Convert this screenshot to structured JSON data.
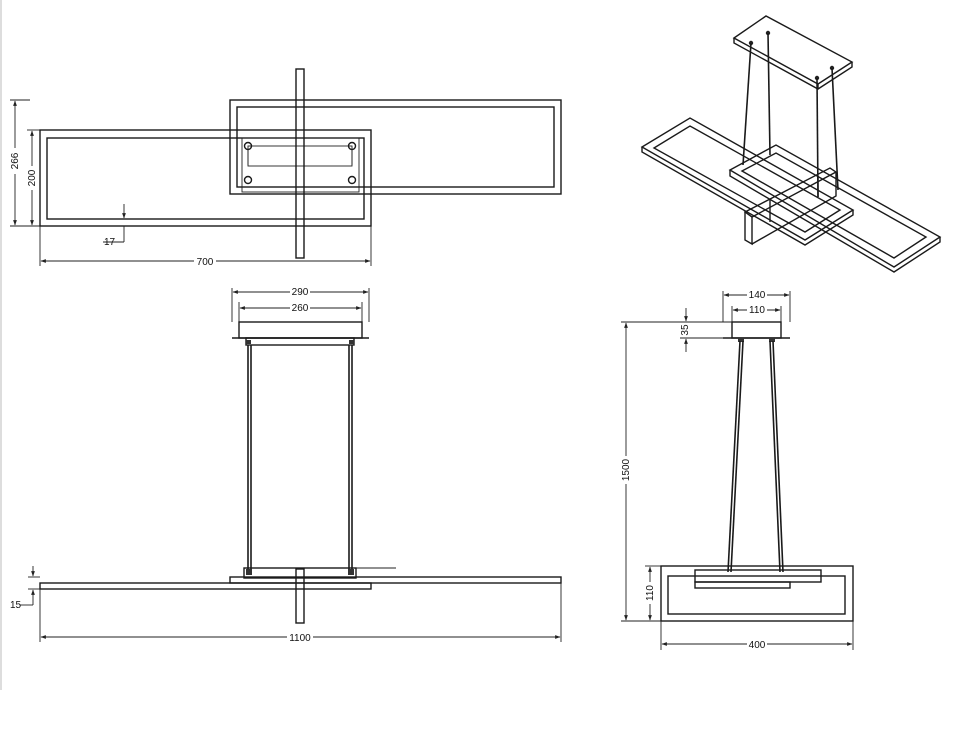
{
  "dimensions": {
    "top_view": {
      "height_outer": "266",
      "height_inner": "200",
      "frame_gap": "17",
      "width": "700"
    },
    "front_view": {
      "canopy_outer": "290",
      "canopy_inner": "260",
      "base_thickness": "15",
      "total_width": "1100"
    },
    "side_view": {
      "canopy_outer": "140",
      "canopy_inner": "110",
      "canopy_height": "35",
      "total_height": "1500",
      "frame_height": "110",
      "frame_width": "400"
    }
  }
}
